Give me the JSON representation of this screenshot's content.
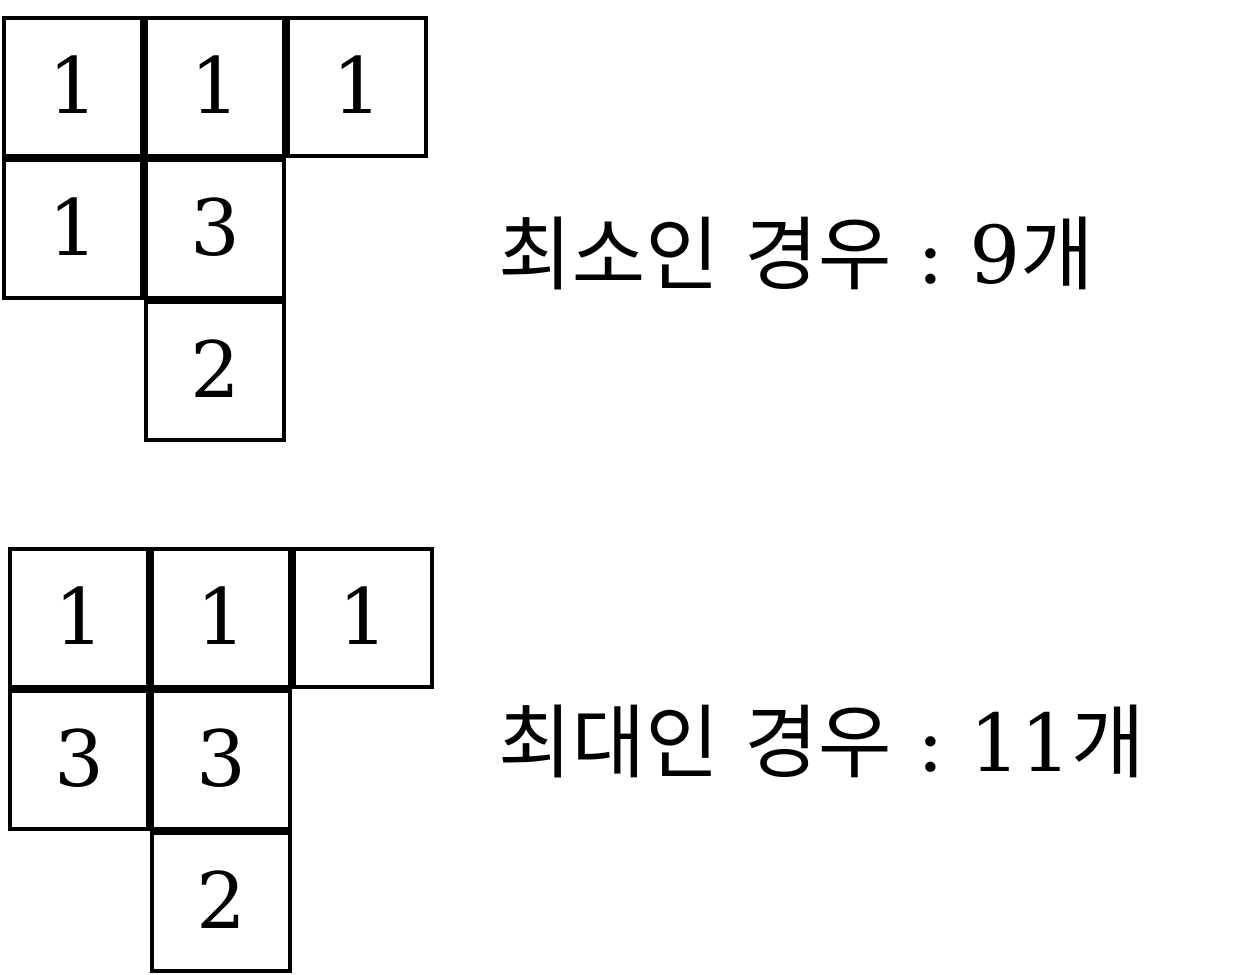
{
  "diagrams": [
    {
      "caption": "최소인 경우 : 9개",
      "cells": [
        {
          "row": 0,
          "col": 0,
          "value": "1"
        },
        {
          "row": 0,
          "col": 1,
          "value": "1"
        },
        {
          "row": 0,
          "col": 2,
          "value": "1"
        },
        {
          "row": 1,
          "col": 0,
          "value": "1"
        },
        {
          "row": 1,
          "col": 1,
          "value": "3"
        },
        {
          "row": 2,
          "col": 1,
          "value": "2"
        }
      ]
    },
    {
      "caption": "최대인 경우 : 11개",
      "cells": [
        {
          "row": 0,
          "col": 0,
          "value": "1"
        },
        {
          "row": 0,
          "col": 1,
          "value": "1"
        },
        {
          "row": 0,
          "col": 2,
          "value": "1"
        },
        {
          "row": 1,
          "col": 0,
          "value": "3"
        },
        {
          "row": 1,
          "col": 1,
          "value": "3"
        },
        {
          "row": 2,
          "col": 1,
          "value": "2"
        }
      ]
    }
  ]
}
